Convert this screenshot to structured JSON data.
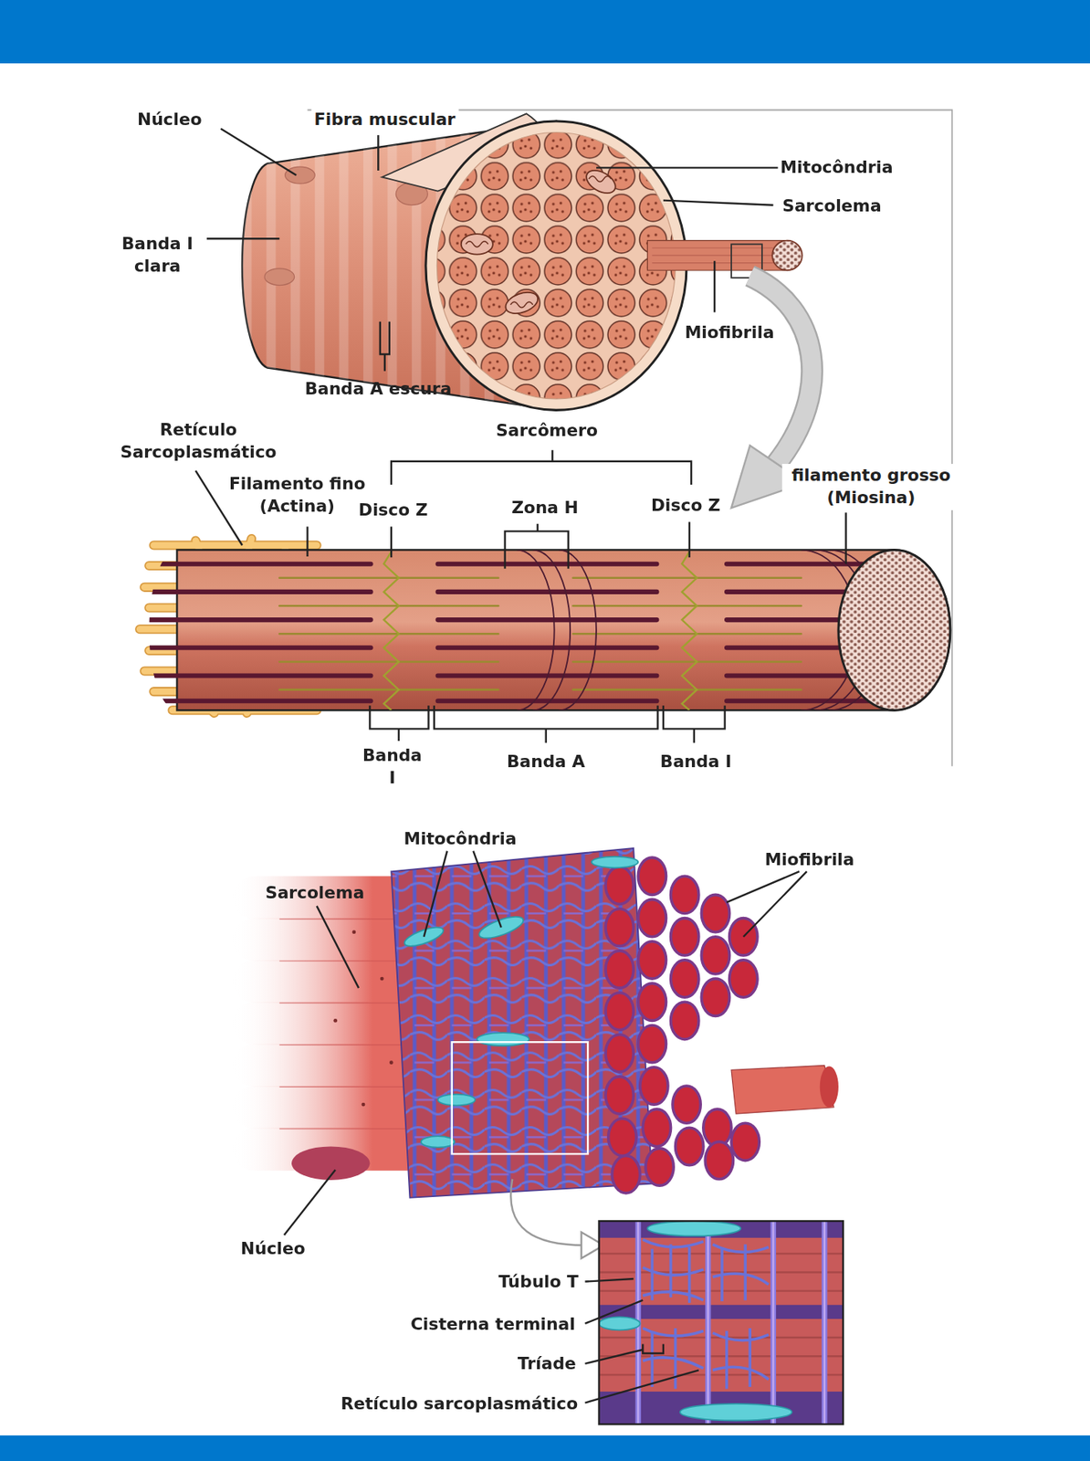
{
  "diagram": {
    "labels": [
      "Núcleo",
      "Fibra muscular",
      "Mitocôndria",
      "Sarcolema",
      "Banda I clara",
      "Miofibrila",
      "Banda A escura",
      "Retículo Sarcoplasmático",
      "Sarcômero",
      "Filamento fino (Actina)",
      "Disco Z",
      "Zona H",
      "Disco Z",
      "filamento grosso (Miosina)",
      "Banda I",
      "Banda A",
      "Banda I",
      "Mitocôndria",
      "Sarcolema",
      "Miofibrila",
      "Núcleo",
      "Túbulo T",
      "Cisterna terminal",
      "Tríade",
      "Retículo sarcoplasmático"
    ]
  }
}
